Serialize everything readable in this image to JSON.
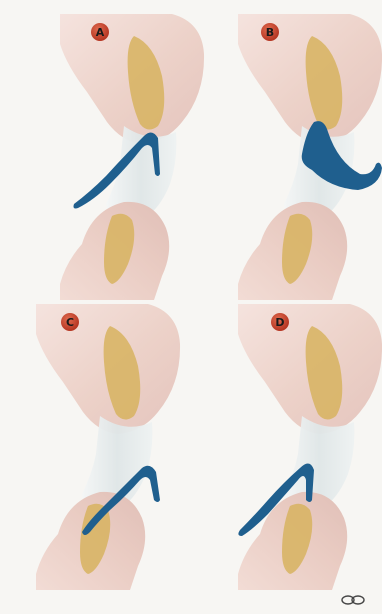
{
  "panels": [
    {
      "id": "A",
      "label": "A"
    },
    {
      "id": "B",
      "label": "B"
    },
    {
      "id": "C",
      "label": "C"
    },
    {
      "id": "D",
      "label": "D"
    }
  ],
  "colors": {
    "background": "#f7f6f3",
    "tooth_crown": "#ecd0c8",
    "tooth_root": "#d8b568",
    "ligament": "#e6ecec",
    "blue_appliance": "#1f5f8e",
    "label_badge": "#c53a26",
    "label_text": "#1a1a1a",
    "signature": "#444444"
  },
  "signature": {
    "kind": "artist-signature-mark"
  }
}
